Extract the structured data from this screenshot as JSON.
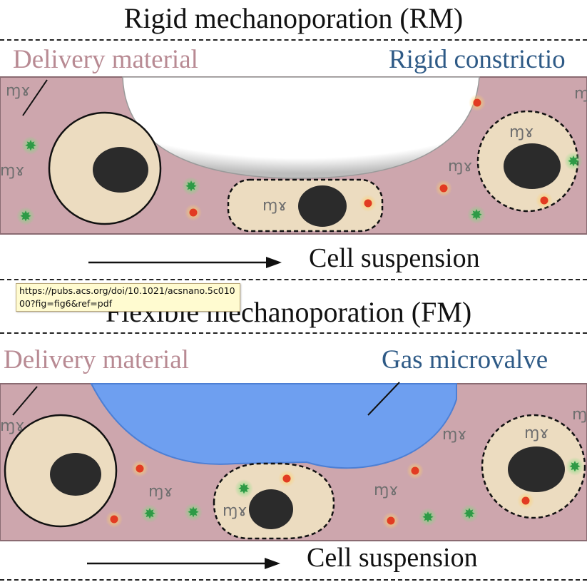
{
  "panels": {
    "rigid": {
      "title": "Rigid  mechanoporation (RM)",
      "delivery_label": "Delivery material",
      "constriction_label": "Rigid constrictio",
      "flow_label": "Cell suspension"
    },
    "flexible": {
      "title": "Flexible  mechanoporation (FM)",
      "delivery_label": "Delivery material",
      "valve_label": "Gas microvalve",
      "flow_label": "Cell suspension"
    }
  },
  "tooltip": {
    "text": "https://pubs.acs.org/doi/10.1021/acsnano.5c01000?fig=fig6&ref=pdf"
  },
  "colors": {
    "channel": "#cda6ad",
    "cell": "#ecdcc0",
    "nucleus": "#2b2b2b",
    "valve": "#6e9ff0",
    "green_particle": "#2e9a46",
    "red_particle": "#e23b22"
  }
}
